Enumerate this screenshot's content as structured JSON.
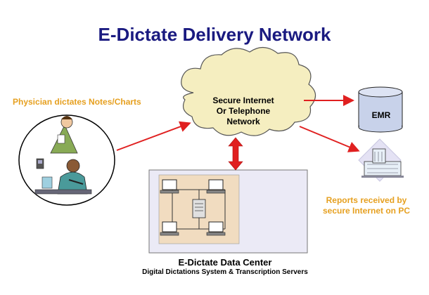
{
  "title": "E-Dictate Delivery Network",
  "physician": {
    "label": "Physician dictates Notes/Charts"
  },
  "network": {
    "line1": "Secure Internet",
    "line2": "Or Telephone Network"
  },
  "emr": {
    "label": "EMR"
  },
  "reports": {
    "line1": "Reports received by",
    "line2": "secure Internet on PC"
  },
  "data_center": {
    "title": "E-Dictate Data Center",
    "subtitle": "Digital Dictations System & Transcription Servers"
  },
  "colors": {
    "title": "#1a1a80",
    "label_orange": "#e6a020",
    "arrow_red": "#e02020",
    "cloud_fill": "#f5eec0",
    "emr_fill": "#c8d2ea",
    "dc_fill": "#ebeaf6",
    "dc_inner": "#f1dcc0"
  }
}
